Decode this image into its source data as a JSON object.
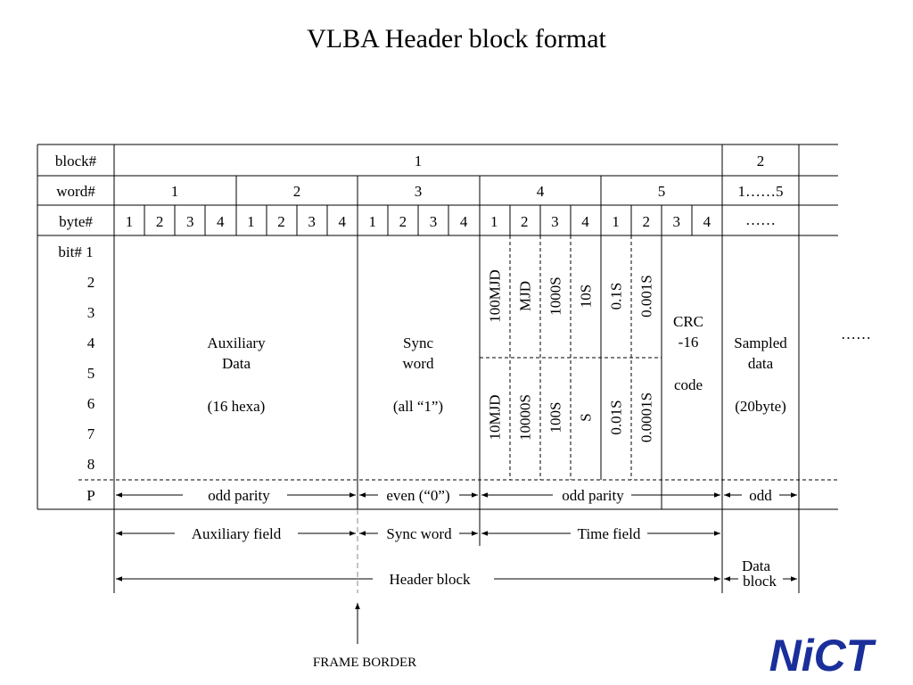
{
  "title": "VLBA Header block format",
  "table": {
    "row_labels": {
      "block": "block#",
      "word": "word#",
      "byte": "byte#",
      "bit": [
        "bit# 1",
        "2",
        "3",
        "4",
        "5",
        "6",
        "7",
        "8"
      ],
      "parity": "P"
    },
    "block_values": [
      "1",
      "2"
    ],
    "word_values": [
      "1",
      "2",
      "3",
      "4",
      "5",
      "1……5"
    ],
    "byte_values": [
      "1",
      "2",
      "3",
      "4"
    ],
    "byte_continuation": "……",
    "aux_data": [
      "Auxiliary",
      "Data",
      "(16 hexa)"
    ],
    "sync_word": [
      "Sync",
      "word",
      "(all “1”)"
    ],
    "time_upper": [
      "100MJD",
      "MJD",
      "1000S",
      "10S",
      "0.1S",
      "0.001S"
    ],
    "time_lower": [
      "10MJD",
      "10000S",
      "100S",
      "S",
      "0.01S",
      "0.0001S"
    ],
    "crc": [
      "CRC",
      "-16",
      "code"
    ],
    "sampled": [
      "Sampled",
      "data",
      "(20byte)"
    ],
    "ellipsis_right": "……",
    "parity": {
      "aux": "odd parity",
      "sync": "even (“0”)",
      "time": "odd parity",
      "data": "odd"
    }
  },
  "fields": {
    "aux": "Auxiliary field",
    "sync": "Sync word",
    "time": "Time field",
    "header": "Header block",
    "data_block": [
      "Data",
      "block"
    ]
  },
  "frame_border": "FRAME BORDER",
  "logo": "NiCT",
  "colors": {
    "logo": "#1a2f9a"
  }
}
